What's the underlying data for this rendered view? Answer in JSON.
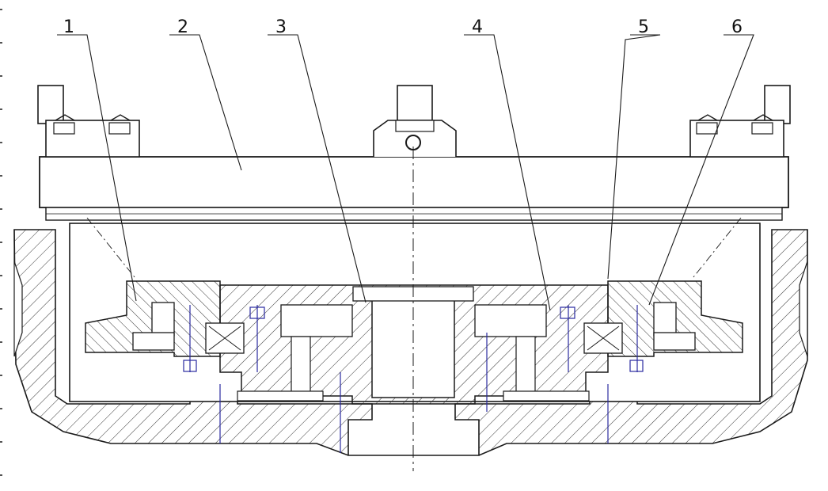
{
  "callouts": [
    {
      "id": "1",
      "label": "1"
    },
    {
      "id": "2",
      "label": "2"
    },
    {
      "id": "3",
      "label": "3"
    },
    {
      "id": "4",
      "label": "4"
    },
    {
      "id": "5",
      "label": "5"
    },
    {
      "id": "6",
      "label": "6"
    }
  ],
  "colors": {
    "line": "#1a1a1a",
    "hatch": "#333333",
    "bolt_accent": "#2a2aa0",
    "background": "#ffffff"
  }
}
